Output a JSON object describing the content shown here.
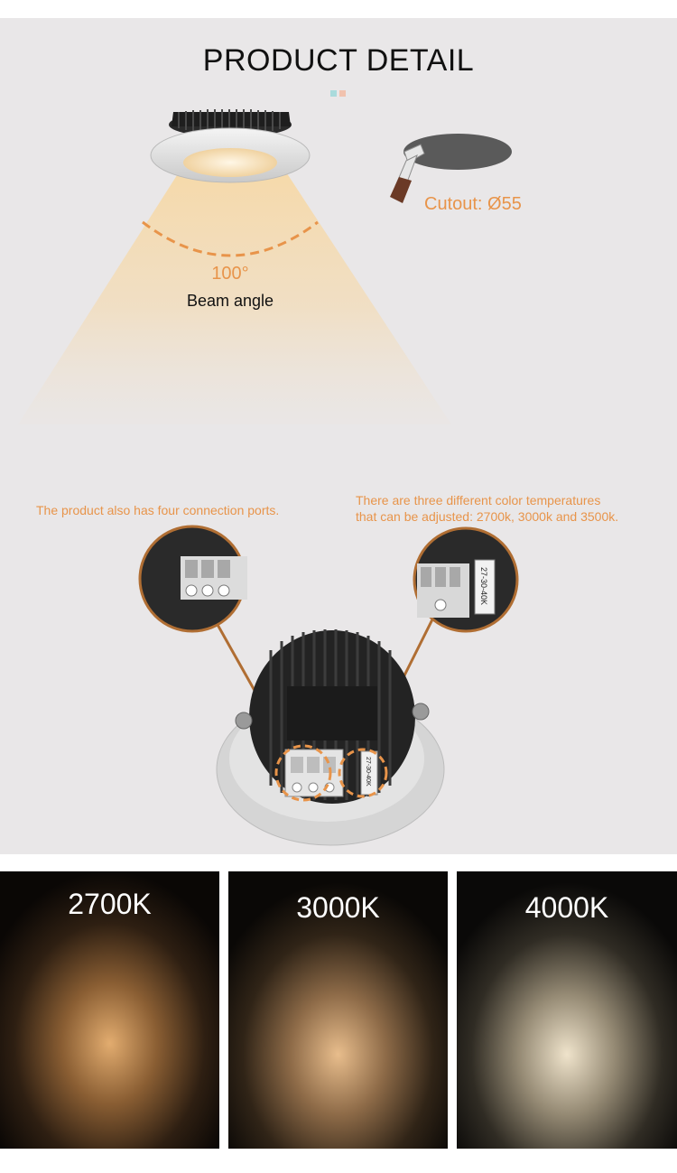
{
  "header": {
    "title": "PRODUCT DETAIL",
    "accent_colors": [
      "#a9dbdc",
      "#f1c2ae"
    ]
  },
  "beam": {
    "angle_value": "100°",
    "angle_label": "Beam angle"
  },
  "cutout": {
    "label": "Cutout: Ø55"
  },
  "connections": {
    "ports_note": "The product also has four connection ports.",
    "temperature_note_line1": "There are three different color temperatures",
    "temperature_note_line2": "that can be adjusted: 2700k, 3000k and 3500k.",
    "switch_label": "27-30-40K"
  },
  "temperatures": [
    {
      "label": "2700K",
      "color": "#e0a769"
    },
    {
      "label": "3000K",
      "color": "#e6ba88"
    },
    {
      "label": "4000K",
      "color": "#ede0c6"
    }
  ],
  "colors": {
    "accent": "#e8944a",
    "panel_background": "#e9e7e8",
    "leader_line": "#b06e33"
  }
}
